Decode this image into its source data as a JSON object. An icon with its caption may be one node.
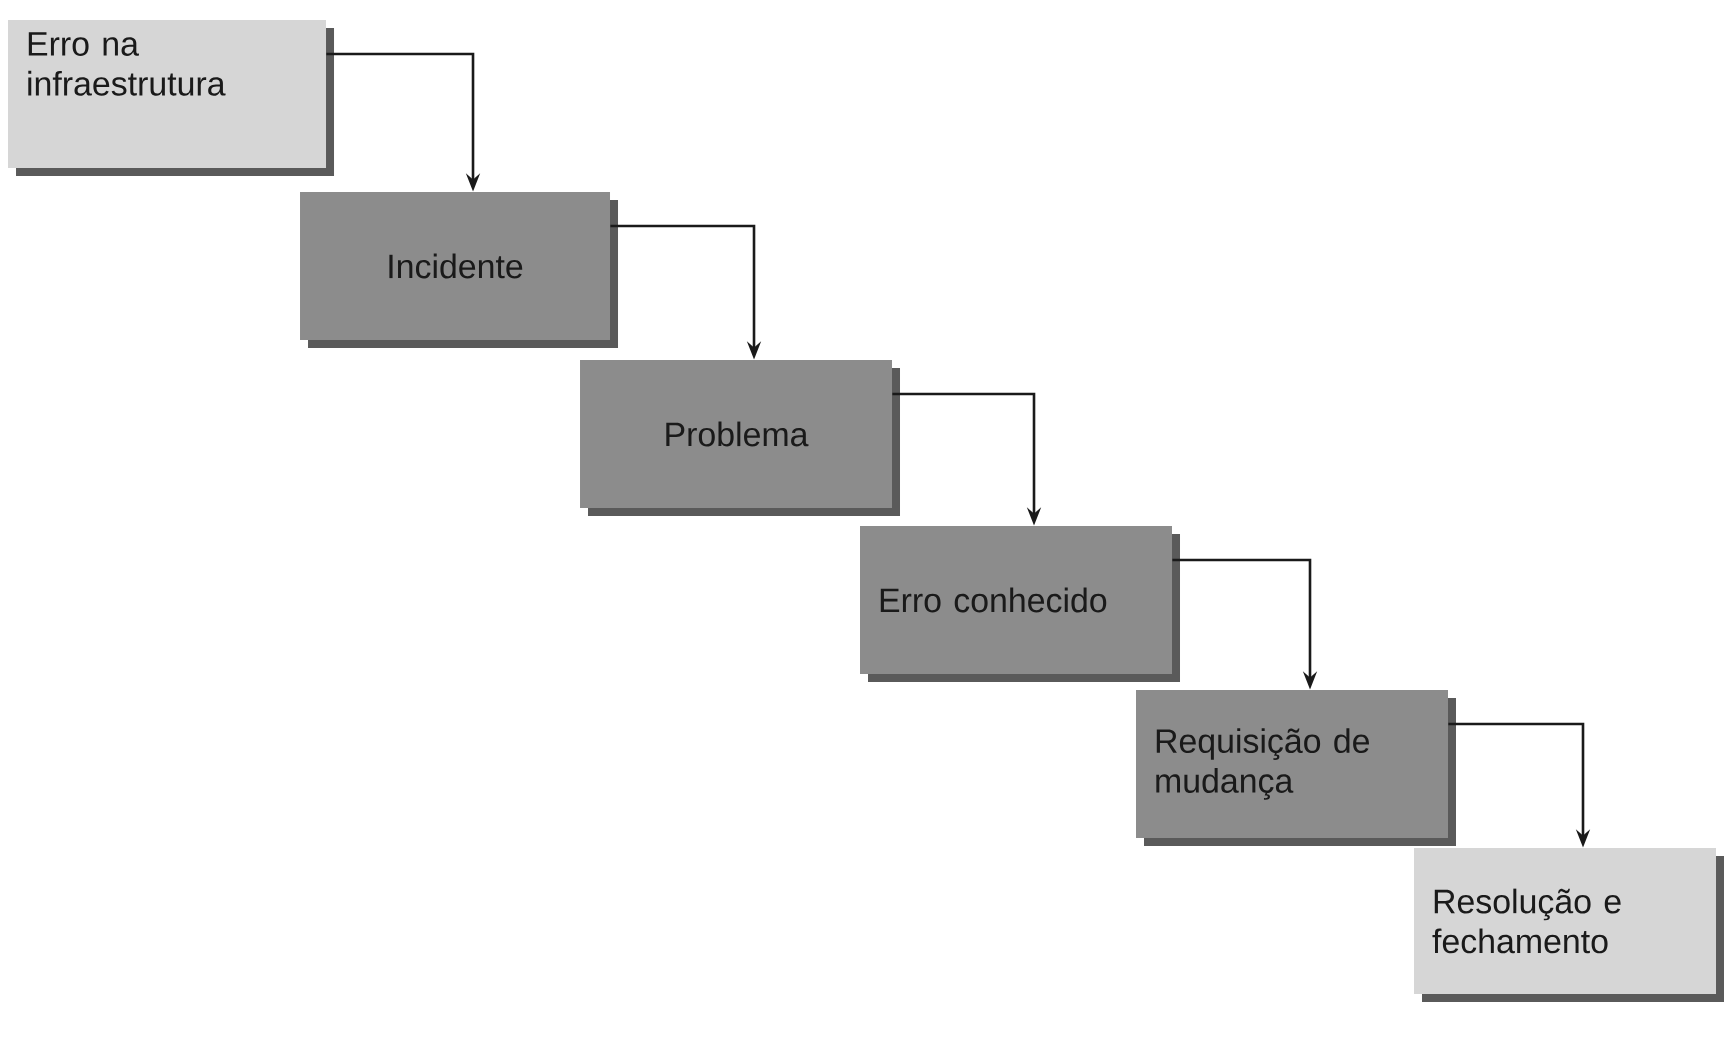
{
  "diagram": {
    "nodes": [
      {
        "text": [
          "Erro na infraestrutura"
        ]
      },
      {
        "text": [
          "Incidente"
        ]
      },
      {
        "text": [
          "Problema"
        ]
      },
      {
        "text": [
          "Erro conhecido"
        ]
      },
      {
        "text": [
          "Requisição de mudança"
        ]
      },
      {
        "text": [
          "Resolução e fechamento"
        ]
      }
    ],
    "edges": [
      {
        "from": 0,
        "to": 1,
        "arrow": "to"
      },
      {
        "from": 1,
        "to": 2,
        "arrow": "to"
      },
      {
        "from": 2,
        "to": 3,
        "arrow": "to"
      },
      {
        "from": 3,
        "to": 4,
        "arrow": "to"
      },
      {
        "from": 4,
        "to": 5,
        "arrow": "to"
      }
    ]
  }
}
